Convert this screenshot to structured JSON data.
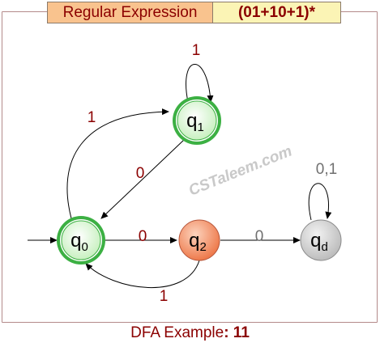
{
  "header": {
    "label": "Regular Expression",
    "value": "(01+10+1)*"
  },
  "watermark": "CSTaleem.com",
  "states": [
    {
      "id": "q0",
      "base": "q",
      "sub": "0",
      "color": "green"
    },
    {
      "id": "q1",
      "base": "q",
      "sub": "1",
      "color": "green"
    },
    {
      "id": "q2",
      "base": "q",
      "sub": "2",
      "color": "orange"
    },
    {
      "id": "qd",
      "base": "q",
      "sub": "d",
      "color": "gray"
    }
  ],
  "transitions": [
    {
      "from": "q1",
      "to": "q1",
      "label": "1"
    },
    {
      "from": "q0",
      "to": "q1",
      "label": "1"
    },
    {
      "from": "q1",
      "to": "q0",
      "label": "0"
    },
    {
      "from": "q0",
      "to": "q2",
      "label": "0"
    },
    {
      "from": "q2",
      "to": "qd",
      "label": "0"
    },
    {
      "from": "q2",
      "to": "q0",
      "label": "1"
    },
    {
      "from": "qd",
      "to": "qd",
      "label": "0,1"
    }
  ],
  "caption": {
    "prefix": "DFA Example",
    "number": ": 11"
  },
  "colors": {
    "edge_label": "#8b0000",
    "dead_edge_label": "#707070",
    "accept_fill": "#d7f5d2",
    "accept_ring": "#3cb043",
    "q2_fill": "#f08a5d",
    "dead_fill": "#d0d0d0"
  }
}
